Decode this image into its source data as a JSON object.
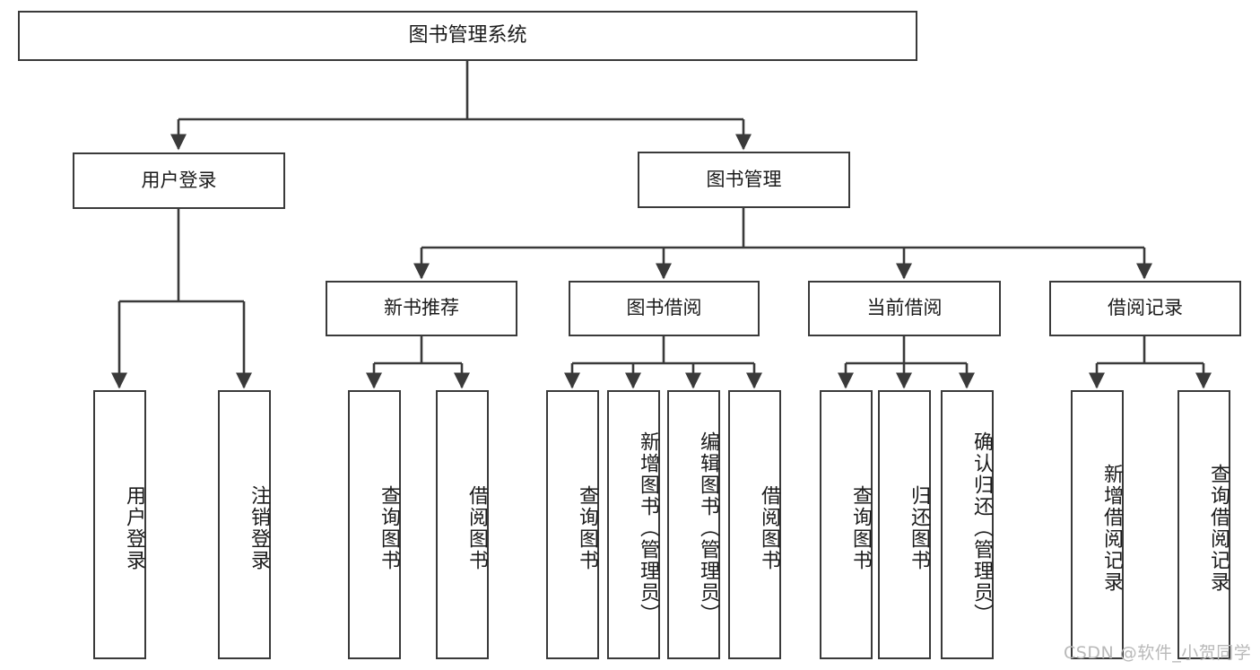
{
  "diagram": {
    "title": "图书管理系统",
    "type": "hierarchy-tree",
    "watermark": "CSDN @软件_小贺同学",
    "colors": {
      "box_border": "#3a3a3a",
      "box_fill": "#ffffff",
      "connector": "#3a3a3a",
      "text": "#1b1b1b",
      "watermark": "#b9b9b9",
      "background": "#ffffff"
    },
    "root": {
      "label": "图书管理系统"
    },
    "level1": [
      {
        "label": "用户登录"
      },
      {
        "label": "图书管理"
      }
    ],
    "level2": [
      {
        "label": "新书推荐"
      },
      {
        "label": "图书借阅"
      },
      {
        "label": "当前借阅"
      },
      {
        "label": "借阅记录"
      }
    ],
    "leaves": {
      "user_login": [
        {
          "label": "用户登录"
        },
        {
          "label": "注销登录"
        }
      ],
      "new_book_recommend": [
        {
          "label": "查询图书"
        },
        {
          "label": "借阅图书"
        }
      ],
      "book_borrow": [
        {
          "label": "查询图书"
        },
        {
          "label": "新增图书（管理员）"
        },
        {
          "label": "编辑图书（管理员）"
        },
        {
          "label": "借阅图书"
        }
      ],
      "current_borrow": [
        {
          "label": "查询图书"
        },
        {
          "label": "归还图书"
        },
        {
          "label": "确认归还（管理员）"
        }
      ],
      "borrow_record": [
        {
          "label": "新增借阅记录"
        },
        {
          "label": "查询借阅记录"
        }
      ]
    }
  }
}
